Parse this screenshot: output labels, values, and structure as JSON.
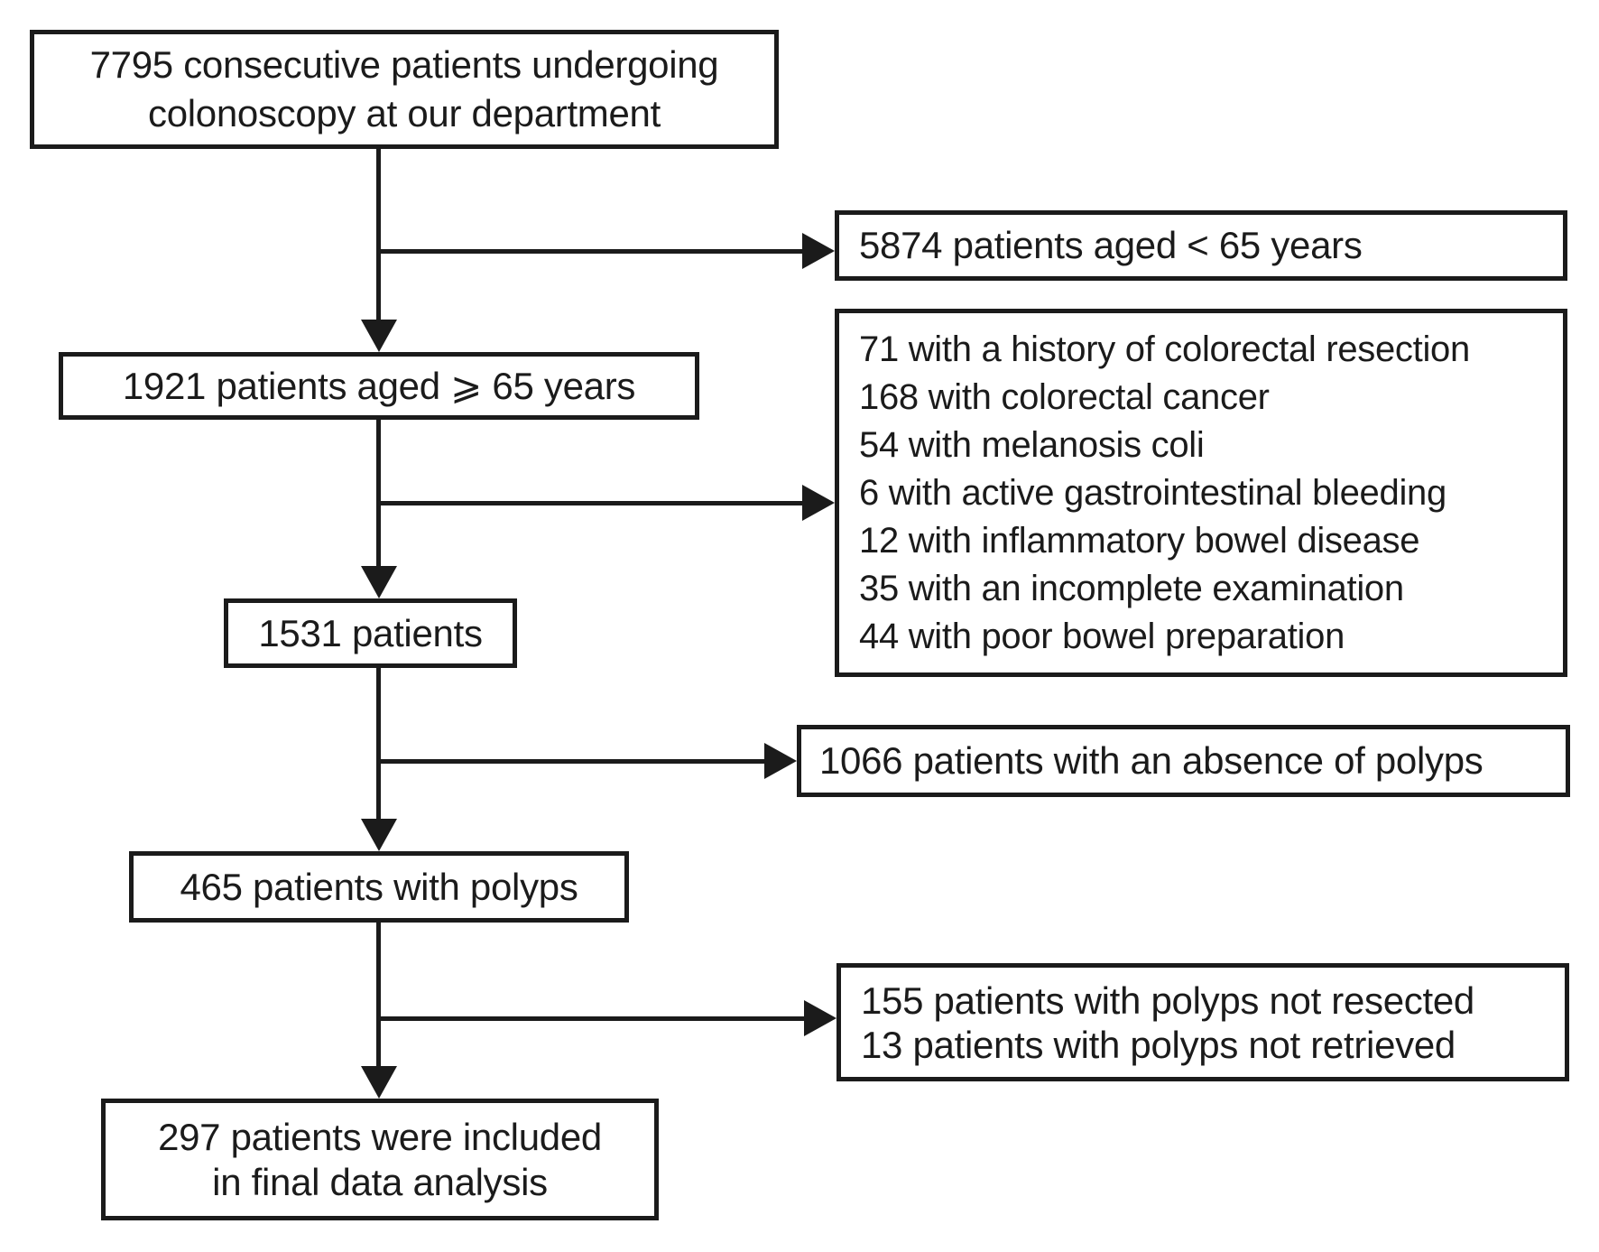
{
  "figure": {
    "type": "patient-flow-diagram",
    "background_color": "#ffffff",
    "ink_color": "#1b1b1b"
  },
  "boxes": {
    "enrolled": {
      "lines": [
        "7795 consecutive patients undergoing",
        "colonoscopy at our department"
      ]
    },
    "under65": {
      "lines": [
        "5874 patients aged < 65 years"
      ]
    },
    "aged65": {
      "lines": [
        "1921 patients aged ⩾ 65 years"
      ]
    },
    "exclusions": {
      "lines": [
        "71 with a history of colorectal resection",
        "168 with colorectal cancer",
        "54 with melanosis coli",
        "6 with active gastrointestinal bleeding",
        "12 with inflammatory bowel disease",
        "35 with an incomplete examination",
        "44 with poor bowel preparation"
      ]
    },
    "after_exclusion": {
      "lines": [
        "1531 patients"
      ]
    },
    "no_polyps": {
      "lines": [
        "1066 patients with an absence of polyps"
      ]
    },
    "with_polyps": {
      "lines": [
        "465 patients with polyps"
      ]
    },
    "polyps_excluded": {
      "lines": [
        "155 patients with polyps not resected",
        "13 patients with polyps not retrieved"
      ]
    },
    "final": {
      "lines": [
        "297 patients were included",
        "in final data analysis"
      ]
    }
  }
}
